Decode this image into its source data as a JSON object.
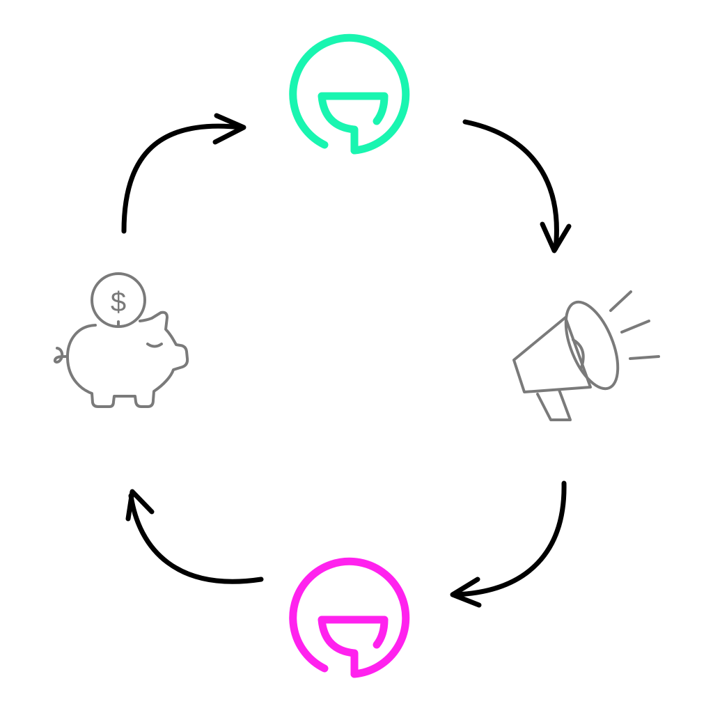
{
  "diagram": {
    "type": "cycle",
    "nodes": [
      {
        "id": "top",
        "icon": "chat-bubble-logo-icon",
        "color": "#19f5b0"
      },
      {
        "id": "right",
        "icon": "megaphone-icon",
        "color": "#7a7a7a"
      },
      {
        "id": "bottom",
        "icon": "chat-bubble-logo-icon",
        "color": "#ff22ee"
      },
      {
        "id": "left",
        "icon": "piggy-bank-icon",
        "color": "#7a7a7a"
      }
    ],
    "edges": [
      {
        "from": "top",
        "to": "right",
        "style": "arrow-clockwise"
      },
      {
        "from": "right",
        "to": "bottom",
        "style": "arrow-clockwise"
      },
      {
        "from": "bottom",
        "to": "left",
        "style": "arrow-clockwise"
      },
      {
        "from": "left",
        "to": "top",
        "style": "arrow-clockwise"
      }
    ],
    "colors": {
      "arrow": "#000000",
      "accent_green": "#19f5b0",
      "accent_magenta": "#ff22ee",
      "icon_gray": "#7a7a7a",
      "background": "#ffffff"
    },
    "coin_symbol": "$"
  }
}
